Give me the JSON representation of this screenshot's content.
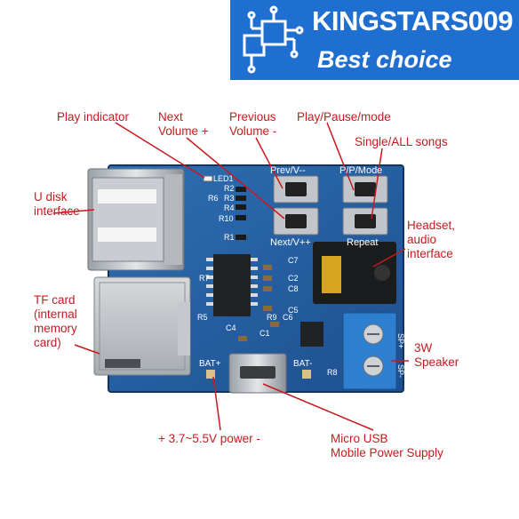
{
  "brand": {
    "name": "KINGSTARS009",
    "tagline": "Best choice",
    "color": "#1f6fd1"
  },
  "annotations": {
    "play_indicator": "Play indicator",
    "next_volume": "Next\nVolume +",
    "previous_volume": "Previous\nVolume -",
    "play_pause_mode": "Play/Pause/mode",
    "single_all_songs": "Single/ALL songs",
    "u_disk": "U disk\ninterface",
    "headset": "Headset,\naudio\ninterface",
    "tf_card": "TF card\n(internal\nmemory\ncard)",
    "speaker": "3W\nSpeaker",
    "power": "+ 3.7~5.5V power -",
    "micro_usb": "Micro USB\nMobile Power Supply",
    "label_color": "#c8191f"
  },
  "board_silkscreen": {
    "led": "LED1",
    "prev": "Prev/V--",
    "pp_mode": "P/P/Mode",
    "next": "Next/V++",
    "repeat": "Repeat",
    "bat_plus": "BAT+",
    "bat_minus": "BAT-",
    "resistors": [
      "R2",
      "R6",
      "R3",
      "R4",
      "R10",
      "R1",
      "R7",
      "R5",
      "R9",
      "R8"
    ],
    "capacitors": [
      "C7",
      "C2",
      "C8",
      "C5",
      "C6",
      "C4",
      "C1"
    ],
    "speaker_plus": "SP+",
    "speaker_minus": "SP-"
  }
}
